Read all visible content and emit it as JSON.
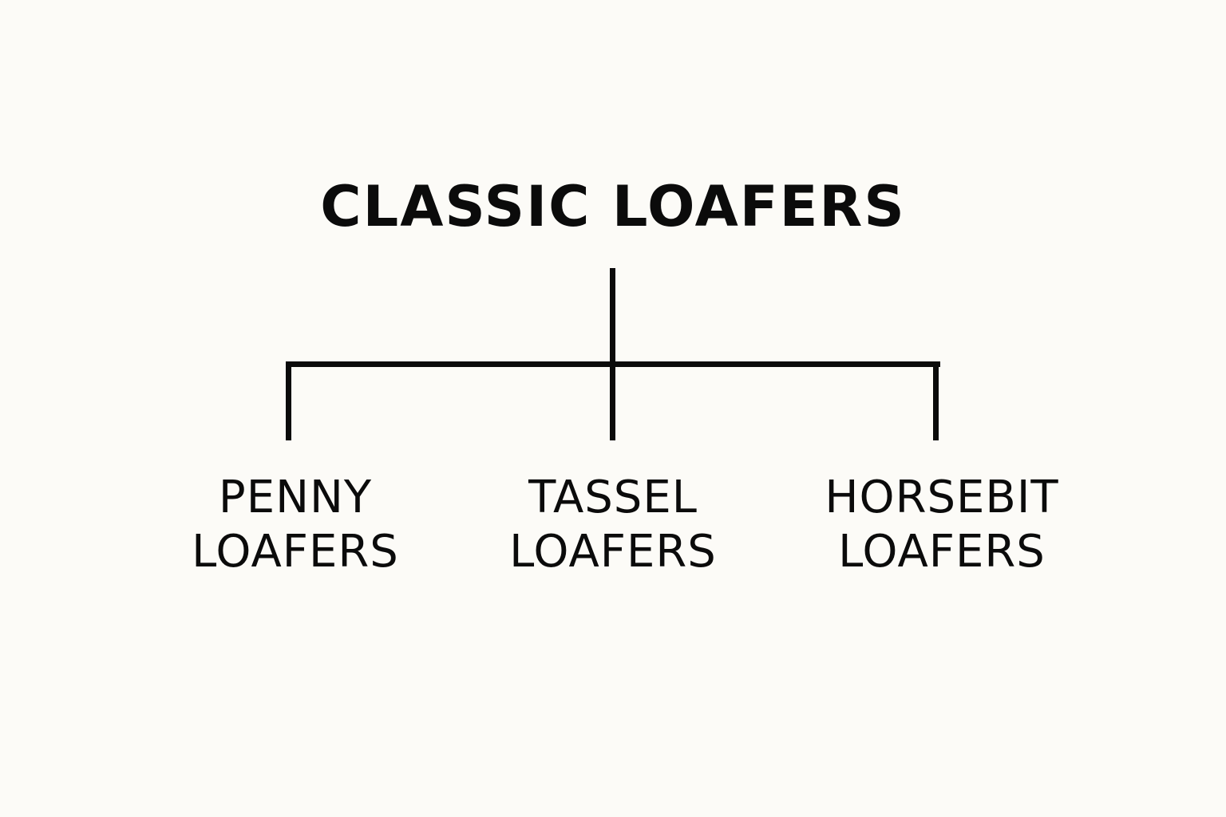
{
  "diagram": {
    "root": {
      "label": "CLASSIC LOAFERS"
    },
    "children": [
      {
        "line1": "PENNY",
        "line2": "LOAFERS"
      },
      {
        "line1": "TASSEL",
        "line2": "LOAFERS"
      },
      {
        "line1": "HORSEBIT",
        "line2": "LOAFERS"
      }
    ]
  },
  "colors": {
    "background": "#fcfbf7",
    "ink": "#0b0b0b"
  }
}
